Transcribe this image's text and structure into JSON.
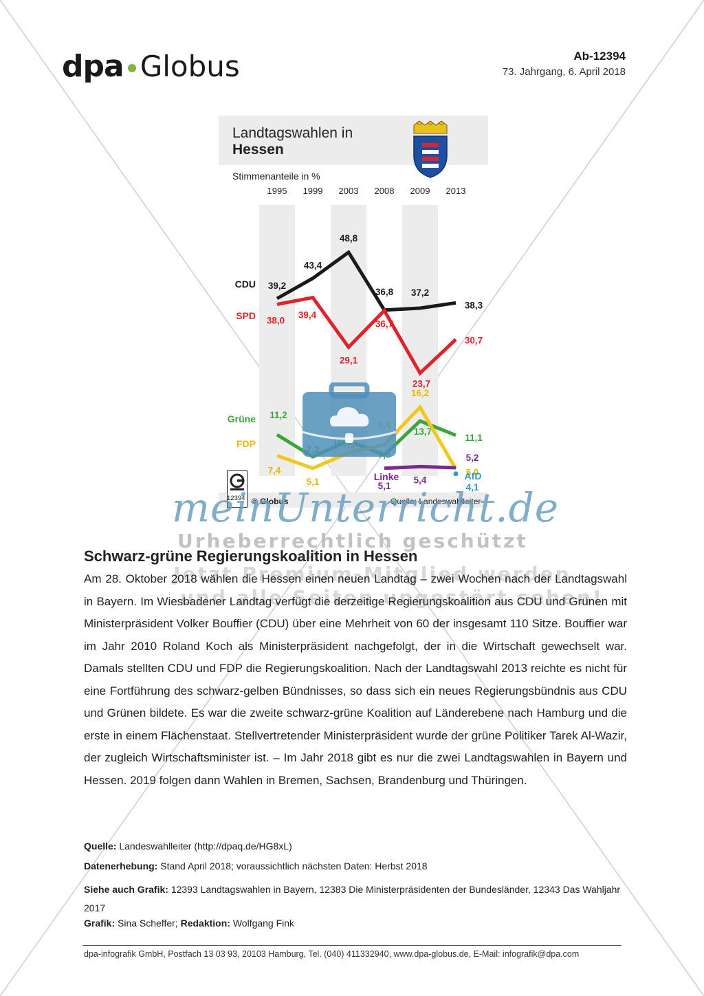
{
  "header": {
    "brand_dpa": "dpa",
    "brand_globus": "Globus",
    "doc_id": "Ab-12394",
    "date_line": "73. Jahrgang, 6. April 2018"
  },
  "chart_title": {
    "line1": "Landtagswahlen in",
    "line2": "Hessen"
  },
  "chart_footer": {
    "id": "12394",
    "copyright": "© Globus",
    "source": "Quelle: Landeswahlleiter"
  },
  "chart_data": {
    "type": "line",
    "subtitle": "Stimmenanteile in %",
    "categories": [
      "1995",
      "1999",
      "2003",
      "2008",
      "2009",
      "2013"
    ],
    "series": [
      {
        "name": "CDU",
        "color": "#1a1a1a",
        "values": [
          39.2,
          43.4,
          48.8,
          36.8,
          37.2,
          38.3
        ],
        "labels": [
          "39,2",
          "43,4",
          "48,8",
          "36,8",
          "37,2",
          "38,3"
        ]
      },
      {
        "name": "SPD",
        "color": "#e0232b",
        "values": [
          38.0,
          39.4,
          29.1,
          36.7,
          23.7,
          30.7
        ],
        "labels": [
          "38,0",
          "39,4",
          "29,1",
          "36,7",
          "23,7",
          "30,7"
        ]
      },
      {
        "name": "Grüne",
        "color": "#3aa63a",
        "values": [
          11.2,
          7.2,
          10.1,
          7.5,
          13.7,
          11.1
        ],
        "labels": [
          "11,2",
          "7,2",
          "10,1",
          "7,5",
          "13,7",
          "11,1"
        ]
      },
      {
        "name": "FDP",
        "color": "#f2c81c",
        "values": [
          7.4,
          5.1,
          7.9,
          9.4,
          16.2,
          5.0
        ],
        "labels": [
          "7,4",
          "5,1",
          "7,9",
          "9,4",
          "16,2",
          "5,0"
        ]
      },
      {
        "name": "Linke",
        "color": "#7a2a8c",
        "values": [
          null,
          null,
          null,
          5.1,
          5.4,
          5.2
        ],
        "labels": [
          "",
          "",
          "",
          "5,1",
          "5,4",
          "5,2"
        ]
      },
      {
        "name": "AfD",
        "color": "#2a9ad8",
        "values": [
          null,
          null,
          null,
          null,
          null,
          4.1
        ],
        "labels": [
          "",
          "",
          "",
          "",
          "",
          "4,1"
        ]
      }
    ]
  },
  "watermark": {
    "brand": "meinUnterricht.de",
    "line1": "Urheberrechtlich geschützt",
    "line2": "Jetzt Premium-Mitglied werden",
    "line3": "und alle Seiten ungestört sehen!"
  },
  "article": {
    "heading": "Schwarz-grüne Regierungskoalition in Hessen",
    "body": "Am 28. Oktober 2018 wählen die Hessen einen neuen Landtag – zwei Wochen nach der Landtagswahl in Bayern. Im Wiesbadener Landtag verfügt die derzeitige Regierungskoalition aus CDU und Grünen mit Ministerpräsident Volker Bouffier (CDU) über eine Mehrheit von 60 der insgesamt 110 Sitze. Bouffier war im Jahr 2010 Roland Koch als Ministerpräsident nachgefolgt, der in die Wirtschaft gewechselt war. Damals stellten CDU und FDP die Regierungskoalition. Nach der Landtagswahl 2013 reichte es nicht für eine Fortführung des schwarz-gelben Bündnisses, so dass sich ein neues Regierungsbündnis aus CDU und Grünen bildete. Es war die zweite schwarz-grüne Koalition auf Länderebene nach Hamburg und die erste in einem Flächenstaat. Stellvertretender Ministerpräsident wurde der grüne Politiker Tarek Al-Wazir, der zugleich Wirtschaftsminister ist. – Im Jahr 2018 gibt es nur die zwei Landtagswahlen in Bayern und Hessen. 2019 folgen dann Wahlen in Bremen, Sachsen, Brandenburg und Thüringen."
  },
  "meta": {
    "source_label": "Quelle:",
    "source_value": "Landeswahlleiter (http://dpaq.de/HG8xL)",
    "survey_label": "Datenerhebung:",
    "survey_value": "Stand April 2018; voraussichtlich nächsten Daten: Herbst 2018",
    "see_label": "Siehe auch Grafik:",
    "see_value": "12393 Landtagswahlen in Bayern, 12383 Die Ministerpräsidenten der Bundesländer, 12343 Das Wahljahr 2017",
    "graphic_label": "Grafik:",
    "graphic_value": "Sina Scheffer;",
    "editor_label": "Redaktion:",
    "editor_value": "Wolfgang Fink"
  },
  "footer": {
    "text": "dpa-infografik GmbH, Postfach 13 03 93, 20103 Hamburg, Tel. (040) 411332940, www.dpa-globus.de, E-Mail: infografik@dpa.com"
  }
}
